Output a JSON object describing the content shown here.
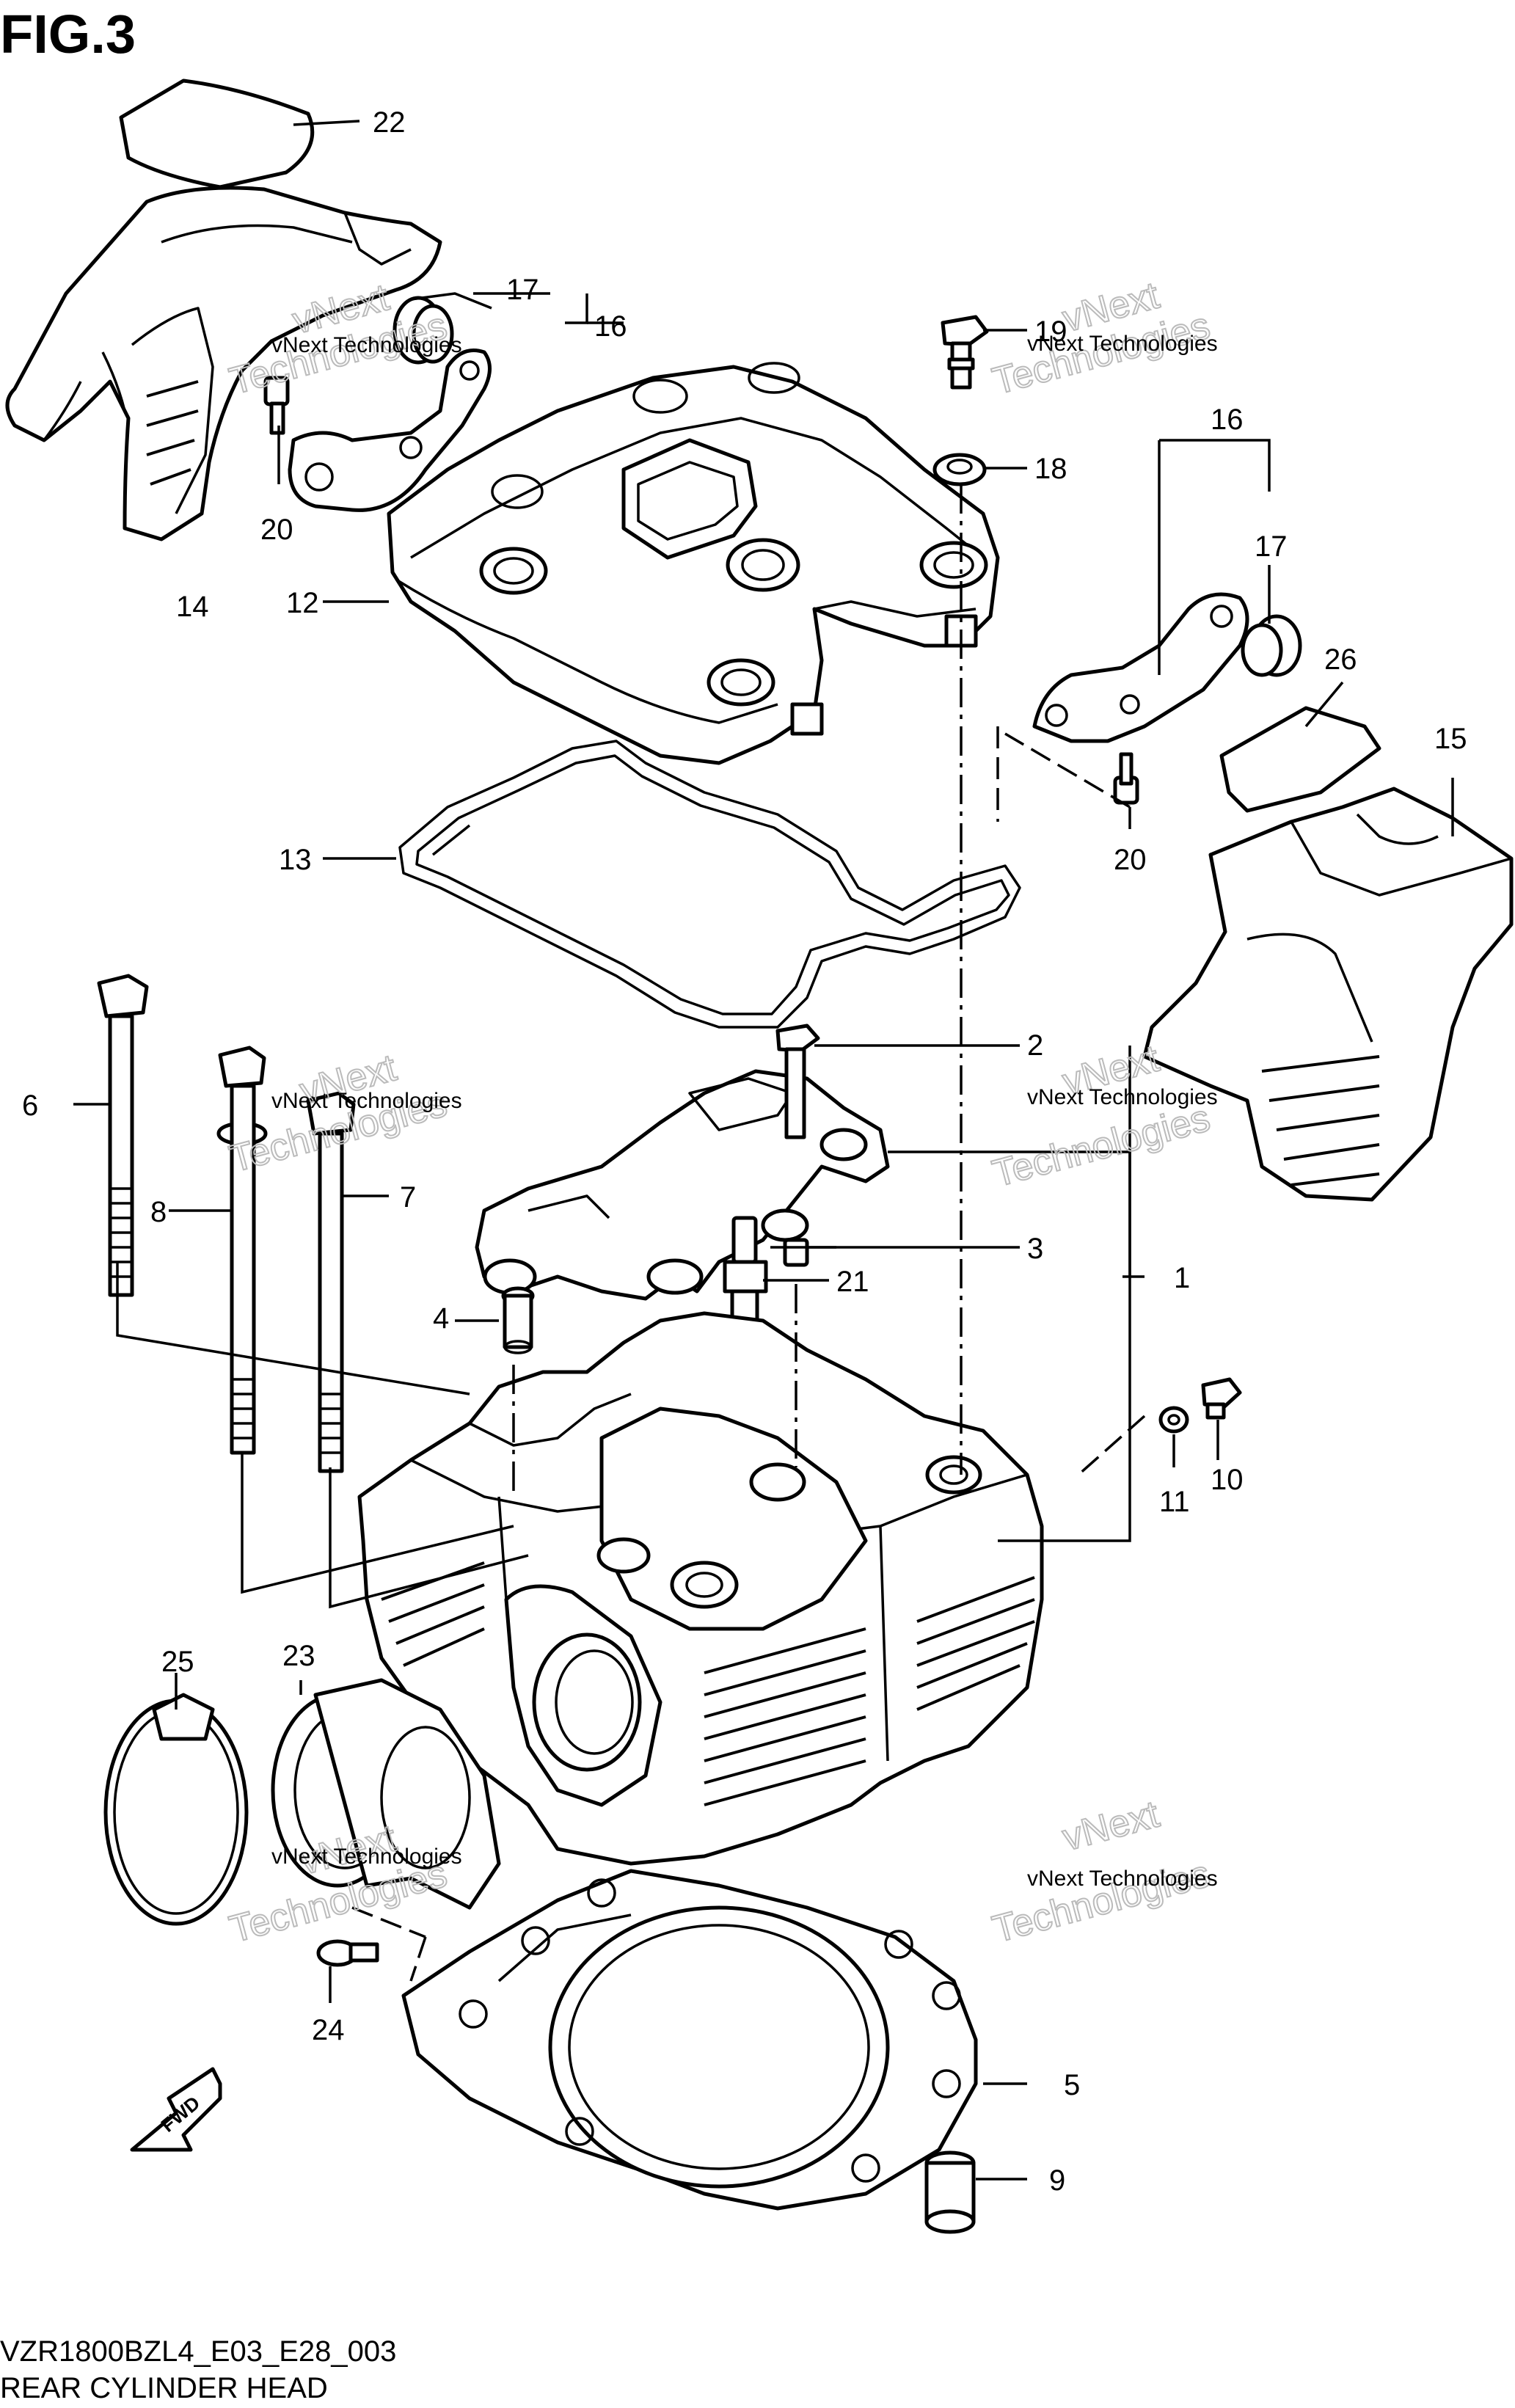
{
  "figure_label": "FIG.3",
  "model_code": "VZR1800BZL4_E03_E28_003",
  "diagram_title": "REAR CYLINDER HEAD",
  "direction_marker": "FWD",
  "watermark": {
    "line": "vNext Technologies",
    "top": "vNext",
    "bottom": "Technologies"
  },
  "callouts": [
    "1",
    "2",
    "3",
    "4",
    "5",
    "6",
    "7",
    "8",
    "9",
    "10",
    "11",
    "12",
    "13",
    "14",
    "15",
    "16",
    "16",
    "17",
    "17",
    "18",
    "19",
    "20",
    "20",
    "21",
    "22",
    "23",
    "24",
    "25",
    "26"
  ]
}
